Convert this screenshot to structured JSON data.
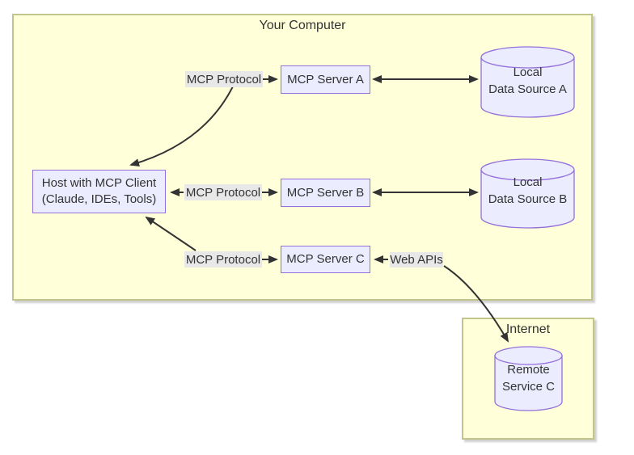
{
  "groups": {
    "your_computer": {
      "title": "Your Computer"
    },
    "internet": {
      "title": "Internet"
    }
  },
  "nodes": {
    "host": {
      "line1": "Host with MCP Client",
      "line2": "(Claude, IDEs, Tools)"
    },
    "server_a": {
      "label": "MCP Server A"
    },
    "server_b": {
      "label": "MCP Server B"
    },
    "server_c": {
      "label": "MCP Server C"
    },
    "data_source_a": {
      "line1": "Local",
      "line2": "Data Source A"
    },
    "data_source_b": {
      "line1": "Local",
      "line2": "Data Source B"
    },
    "remote_service_c": {
      "line1": "Remote",
      "line2": "Service C"
    }
  },
  "edge_labels": {
    "protocol_a": "MCP Protocol",
    "protocol_b": "MCP Protocol",
    "protocol_c": "MCP Protocol",
    "web_apis": "Web APIs"
  },
  "colors": {
    "group_fill": "#ffffd9",
    "group_border": "#c2c58b",
    "node_fill": "#ececff",
    "node_border": "#9370db",
    "edge_label_bg": "#e8e8e8",
    "arrow": "#333333",
    "text": "#333333"
  }
}
